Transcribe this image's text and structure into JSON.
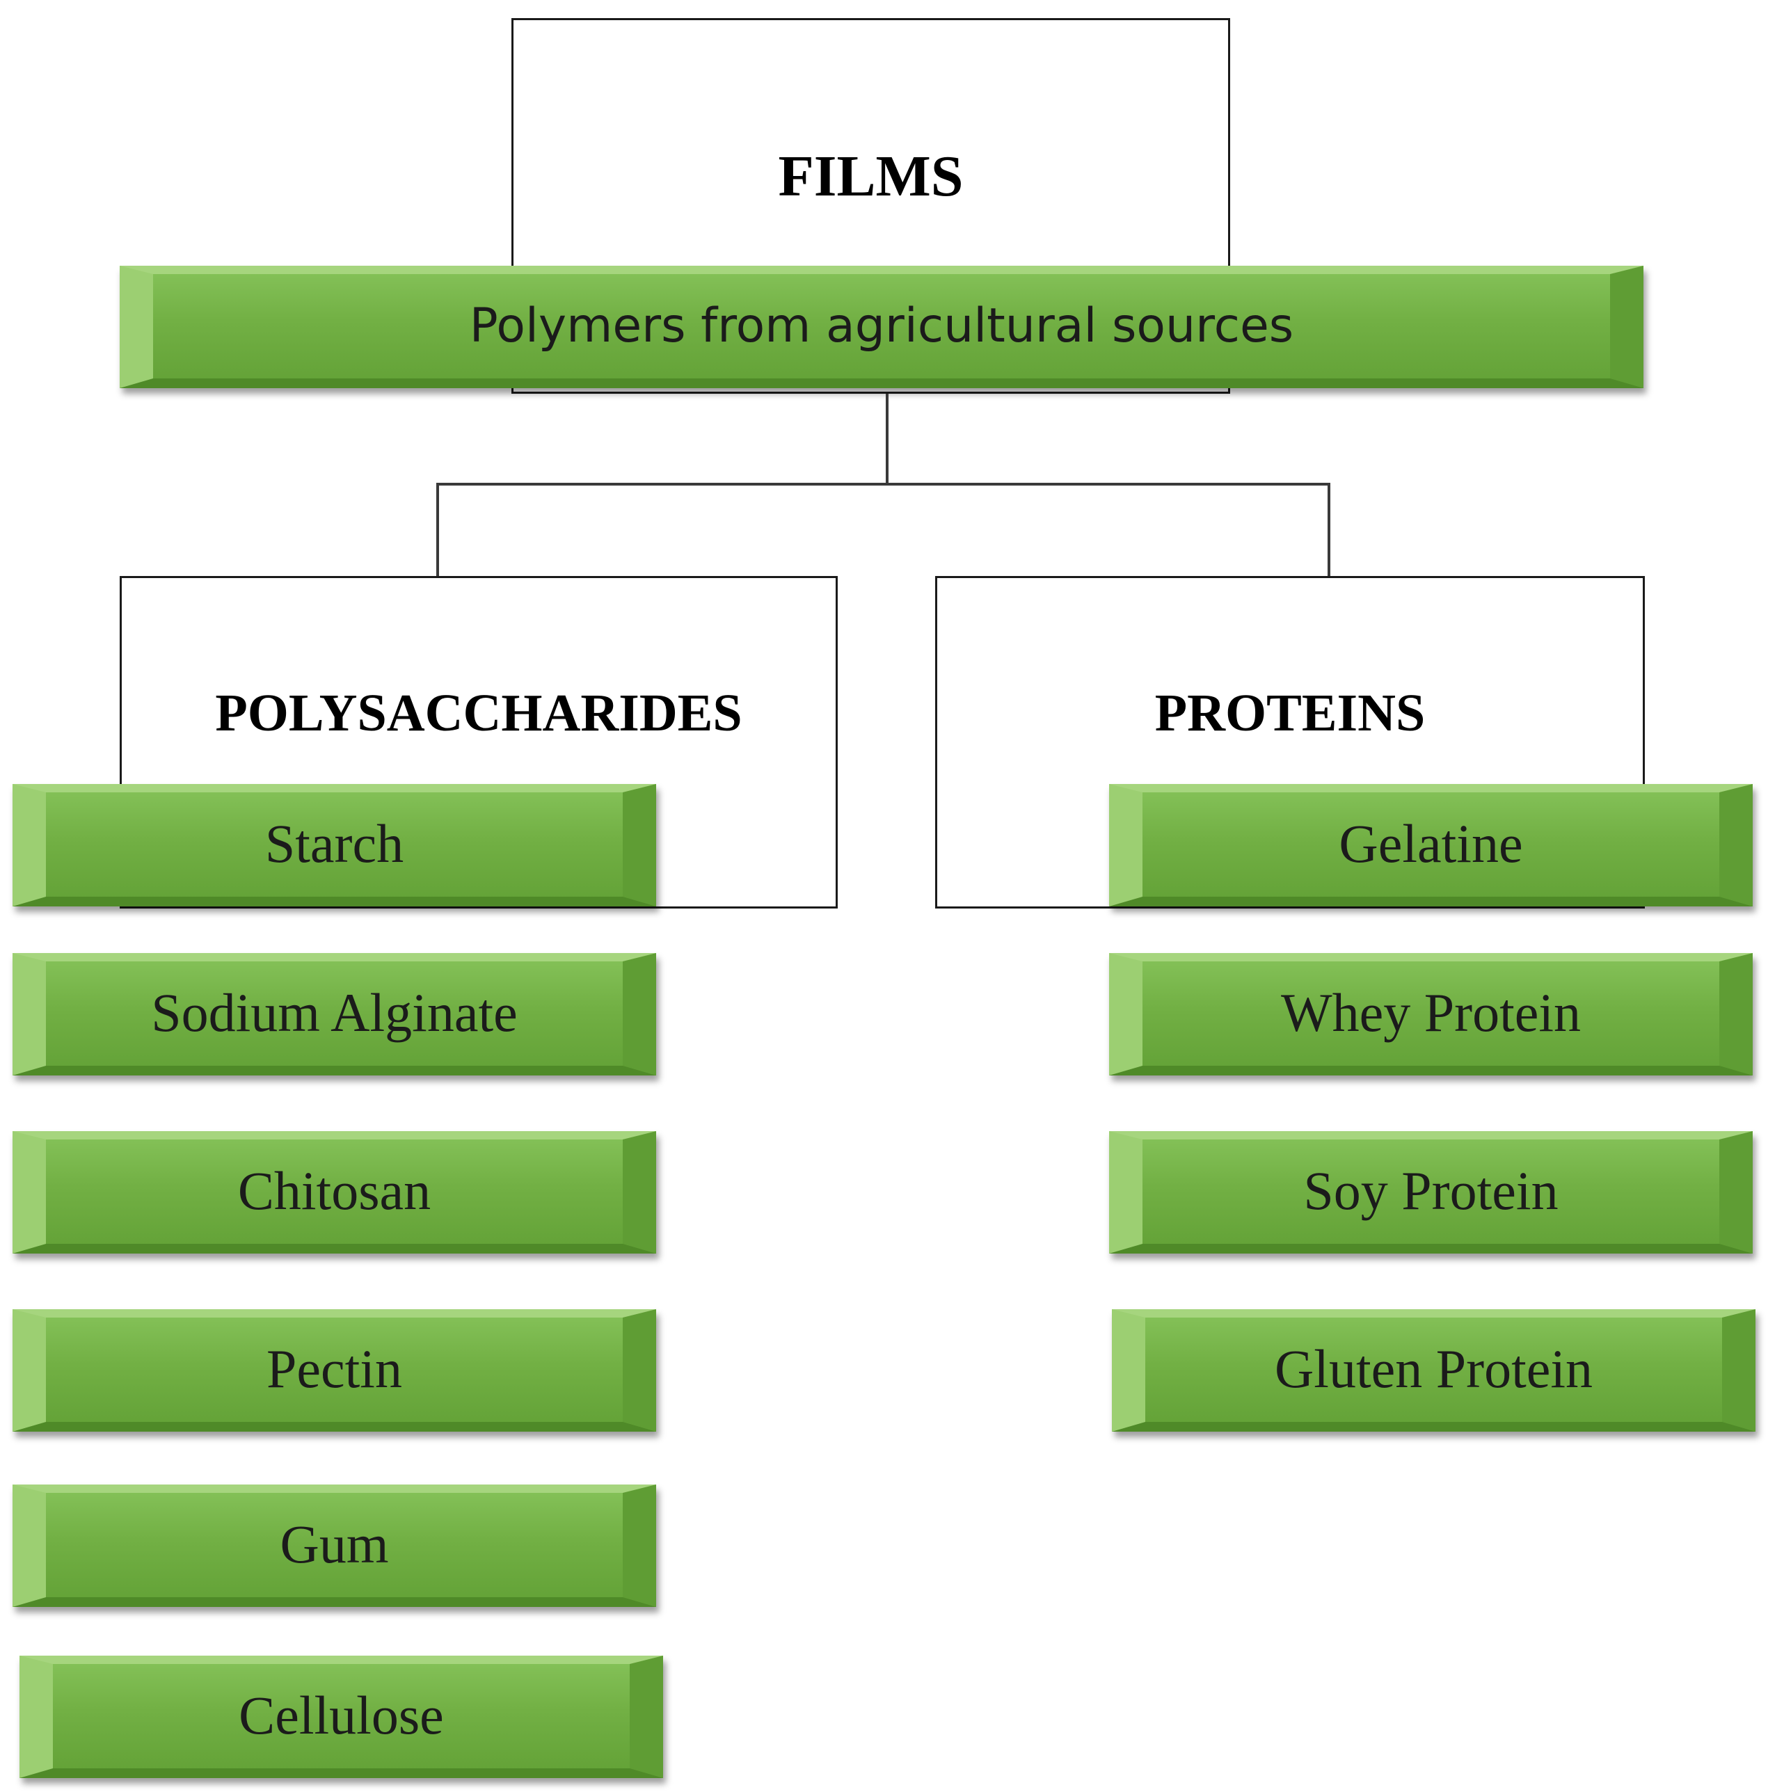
{
  "root": {
    "title": "FILMS",
    "subtitle": "Polymers from agricultural sources"
  },
  "categories": [
    {
      "title": "POLYSACCHARIDES",
      "items": [
        "Starch",
        "Sodium Alginate",
        "Chitosan",
        "Pectin",
        "Gum",
        "Cellulose"
      ]
    },
    {
      "title": "PROTEINS",
      "items": [
        "Gelatine",
        "Whey Protein",
        "Soy Protein",
        "Gluten Protein"
      ]
    }
  ],
  "colors": {
    "bevel_fill": "#72b044",
    "bevel_highlight": "#a6d57e",
    "bevel_shadow": "#4f8a28",
    "box_border": "#1a1a1a",
    "text": "#000000"
  }
}
